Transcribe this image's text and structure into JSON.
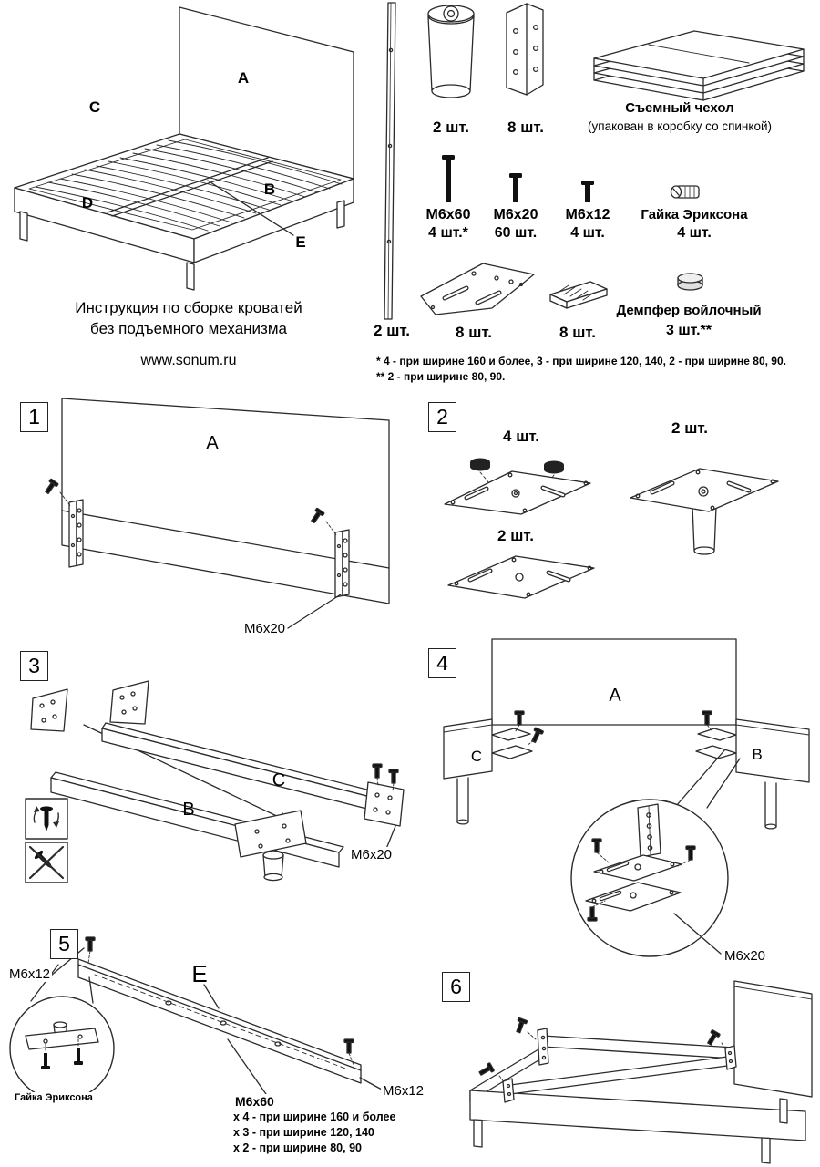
{
  "header": {
    "title_line1": "Инструкция по сборке кроватей",
    "title_line2": "без подъемного механизма",
    "website": "www.sonum.ru"
  },
  "overview_labels": {
    "a": "A",
    "b": "B",
    "c": "C",
    "d": "D",
    "e": "E"
  },
  "parts_list": {
    "side_strip_qty": "2 шт.",
    "leg_qty": "2 шт.",
    "angle_bracket_qty": "8 шт.",
    "cover_title": "Съемный чехол",
    "cover_note": "(упакован в коробку со спинкой)",
    "bolt_m6x60_name": "М6х60",
    "bolt_m6x60_qty": "4 шт.*",
    "bolt_m6x20_name": "М6х20",
    "bolt_m6x20_qty": "60 шт.",
    "bolt_m6x12_name": "М6х12",
    "bolt_m6x12_qty": "4 шт.",
    "erikson_nut_name": "Гайка Эриксона",
    "erikson_nut_qty": "4 шт.",
    "gusset_bracket_qty": "8 шт.",
    "damper_plate_qty": "8 шт.",
    "felt_damper_name": "Демпфер войлочный",
    "felt_damper_qty": "3 шт.**",
    "footnote1": "* 4 - при ширине 160 и более, 3 - при ширине 120, 140, 2 - при ширине 80, 90.",
    "footnote2": "** 2 - при ширине 80, 90."
  },
  "steps": {
    "step1": {
      "number": "1",
      "panel_label": "A",
      "bolt_label": "М6х20"
    },
    "step2": {
      "number": "2",
      "qty_top": "4 шт.",
      "qty_right": "2 шт.",
      "qty_bottom": "2 шт."
    },
    "step3": {
      "number": "3",
      "rail_b_label": "B",
      "rail_c_label": "C",
      "bolt_label": "М6х20"
    },
    "step4": {
      "number": "4",
      "panel_label": "A",
      "rail_c_label": "C",
      "rail_b_label": "B",
      "bolt_label": "М6х20"
    },
    "step5": {
      "number": "5",
      "rail_label": "E",
      "bolt_left_label": "М6х12",
      "bolt_right_label": "М6х12",
      "nut_label": "Гайка Эриксона",
      "bolt_note_name": "М6х60",
      "bolt_note_line1": "х 4 - при ширине 160 и более",
      "bolt_note_line2": "х 3 - при ширине 120, 140",
      "bolt_note_line3": "х 2 - при ширине 80, 90"
    },
    "step6": {
      "number": "6"
    }
  }
}
